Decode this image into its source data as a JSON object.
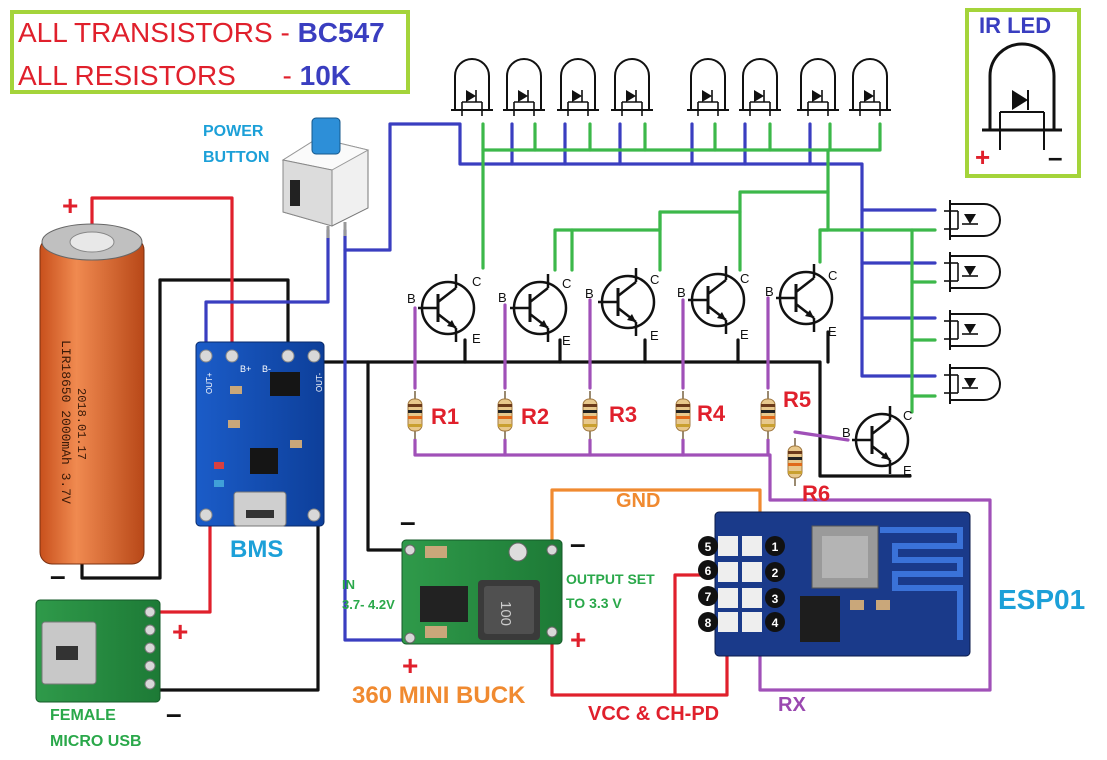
{
  "notes": {
    "line1_prefix": "ALL TRANSISTORS - ",
    "line1_value": "BC547",
    "line2_prefix": "ALL RESISTORS      - ",
    "line2_value": "10K"
  },
  "ir_legend": {
    "title": "IR LED",
    "plus": "+",
    "minus": "–"
  },
  "power_button": {
    "line1": "POWER",
    "line2": "BUTTON"
  },
  "battery": {
    "plus": "+",
    "minus": "–",
    "marking1": "LIR18650 2000mAh 3.7V",
    "marking2": "2018.01.17"
  },
  "bms": {
    "label": "BMS",
    "pins": [
      "OUT+",
      "B+",
      "B-",
      "OUT-"
    ]
  },
  "usb": {
    "label_line1": "FEMALE",
    "label_line2": "MICRO USB",
    "plus": "+",
    "minus": "–"
  },
  "transistor_pins": {
    "base": "B",
    "collector": "C",
    "emitter": "E"
  },
  "resistors": [
    "R1",
    "R2",
    "R3",
    "R4",
    "R5",
    "R6"
  ],
  "buck": {
    "label": "360 MINI BUCK",
    "in_line1": "IN",
    "in_line2": "3.7- 4.2V",
    "out_line1": "OUTPUT SET",
    "out_line2": "TO 3.3 V",
    "gnd": "GND",
    "in_minus": "–",
    "in_plus": "+",
    "out_minus": "–",
    "out_plus": "+",
    "marking": "100"
  },
  "esp": {
    "label": "ESP01",
    "pins": [
      "1",
      "2",
      "3",
      "4",
      "5",
      "6",
      "7",
      "8"
    ],
    "vcc_label": "VCC & CH-PD",
    "rx_label": "RX"
  },
  "colors": {
    "red_text": "#e0202c",
    "blue_text": "#3a3ec0",
    "green_text": "#2aa84a",
    "cyan_text": "#1ca0d8",
    "orange_text": "#f08a30",
    "purple_text": "#9a48b0",
    "wire_red": "#e0202c",
    "wire_blue": "#3a3ec0",
    "wire_green": "#3cb84a",
    "wire_purple": "#a050b8",
    "wire_orange": "#f08a30",
    "wire_black": "#111111",
    "frame": "#a4d43a"
  }
}
